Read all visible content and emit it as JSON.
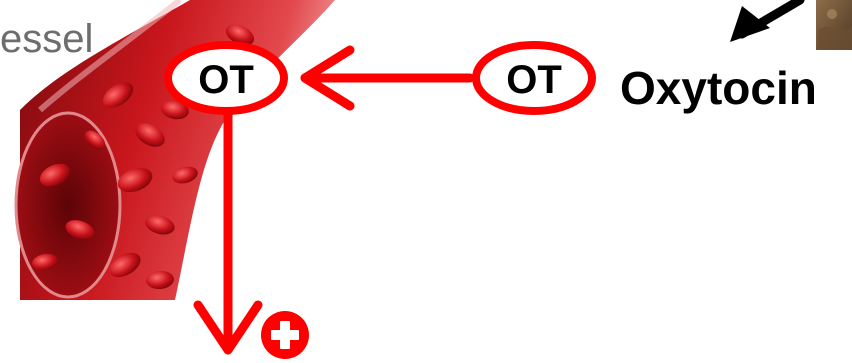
{
  "labels": {
    "vessel": "essel",
    "ot_in_vessel": "OT",
    "ot_source": "OT",
    "hormone_name": "Oxytocin"
  },
  "icons": {
    "plus": "plus-icon"
  },
  "colors": {
    "arrow_red": "#ff0000",
    "vessel_dark": "#8a0a0e",
    "vessel_mid": "#c8161c",
    "vessel_light": "#e85a5e",
    "black_arrow": "#000000",
    "gray_text": "#6d6d6d"
  }
}
